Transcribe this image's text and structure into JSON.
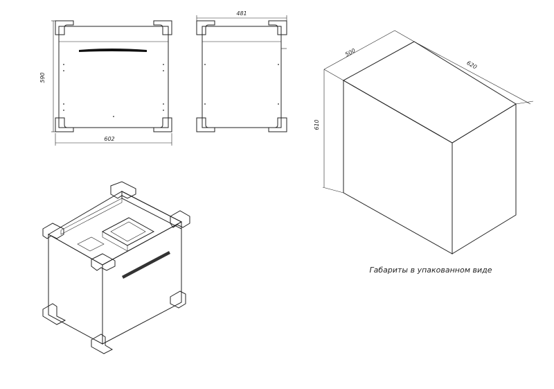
{
  "front_view": {
    "height_dim": "590",
    "width_dim": "602"
  },
  "side_view": {
    "width_dim": "481"
  },
  "package_view": {
    "depth_dim": "500",
    "width_dim": "620",
    "height_dim": "610",
    "caption": "Габариты в упакованном виде"
  },
  "colors": {
    "line": "#222222",
    "panel": "#a9a9a9",
    "panel_light": "#c8c8c8",
    "wood": "#e8cfa8"
  }
}
